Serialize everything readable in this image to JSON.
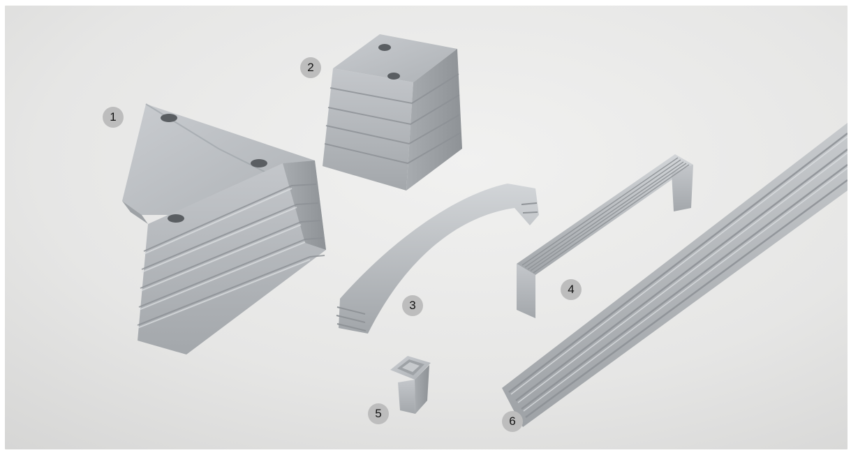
{
  "image": {
    "background_color": "#ebebea",
    "metal_color": "#b9bcbf",
    "badge_color": "#bdbdbd",
    "badge_text_color": "#111111"
  },
  "badges": {
    "item_1": "1",
    "item_2": "2",
    "item_3": "3",
    "item_4": "4",
    "item_5": "5",
    "item_6": "6"
  }
}
